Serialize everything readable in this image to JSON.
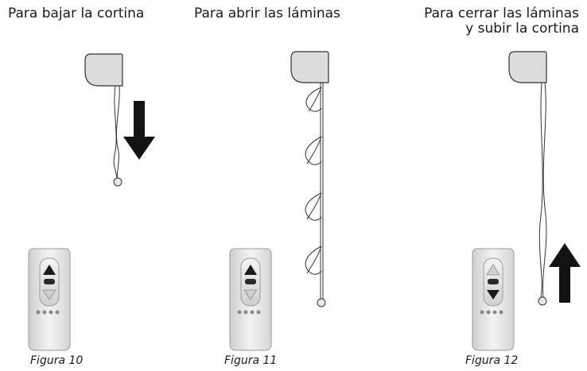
{
  "figures": [
    {
      "title_lines": [
        "Para bajar la cortina"
      ],
      "caption": "Figura 10",
      "arrow": "down-arrow-icon",
      "remote_pressed": "down"
    },
    {
      "title_lines": [
        "Para abrir las láminas"
      ],
      "caption": "Figura 11",
      "arrow": "",
      "remote_pressed": "up"
    },
    {
      "title_lines": [
        "Para cerrar las láminas",
        "y subir la cortina"
      ],
      "caption": "Figura 12",
      "arrow": "up-arrow-icon",
      "remote_pressed": "down"
    }
  ],
  "colors": {
    "motor_fill": "#dcdcdc",
    "motor_stroke": "#333333",
    "arrow": "#141414",
    "remote_body": "#e6e6e6",
    "remote_button_dark": "#1a1a1a"
  }
}
